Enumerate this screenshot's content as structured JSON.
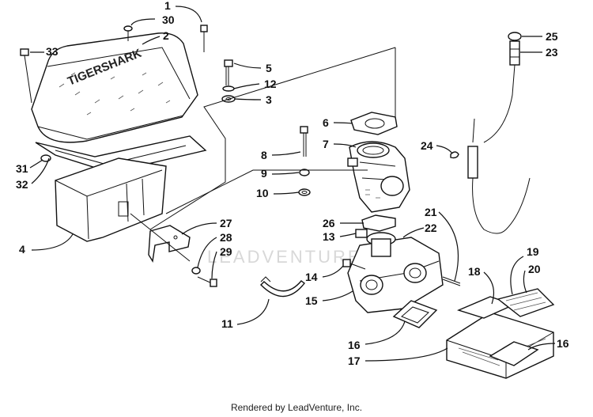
{
  "diagram": {
    "cover_brand": "TIGERSHARK",
    "watermark": "LEADVENTURE",
    "footer": "Rendered by LeadVenture, Inc.",
    "callouts": {
      "c1": "1",
      "c2": "2",
      "c3": "3",
      "c4": "4",
      "c5": "5",
      "c6": "6",
      "c7": "7",
      "c8": "8",
      "c9": "9",
      "c10": "10",
      "c11": "11",
      "c12": "12",
      "c13": "13",
      "c14": "14",
      "c15": "15",
      "c16a": "16",
      "c16b": "16",
      "c17": "17",
      "c18": "18",
      "c19": "19",
      "c20": "20",
      "c21": "21",
      "c22": "22",
      "c23": "23",
      "c24": "24",
      "c25": "25",
      "c26": "26",
      "c27": "27",
      "c28": "28",
      "c29": "29",
      "c30": "30",
      "c31": "31",
      "c32": "32",
      "c33": "33"
    }
  }
}
